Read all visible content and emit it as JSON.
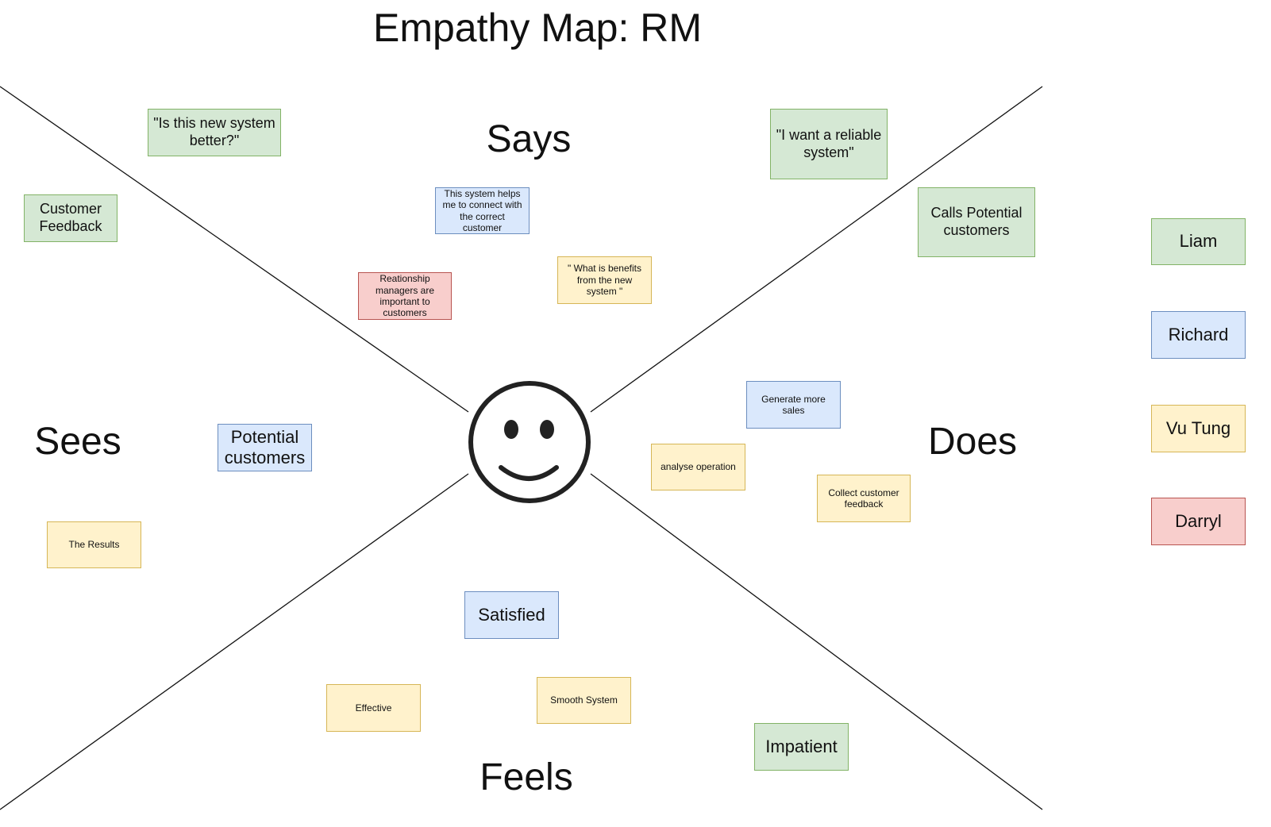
{
  "title": "Empathy Map: RM",
  "quadrants": {
    "says": "Says",
    "sees": "Sees",
    "does": "Does",
    "feels": "Feels"
  },
  "center_icon": "smiley-face-icon",
  "colors": {
    "green_fill": "#d5e8d4",
    "green_border": "#82b366",
    "blue_fill": "#dae8fc",
    "blue_border": "#6c8ebf",
    "yellow_fill": "#fff2cc",
    "yellow_border": "#d6b656",
    "red_fill": "#f8cecc",
    "red_border": "#b85450"
  },
  "notes": {
    "is_new_system_better": "\"Is this new system better?\"",
    "want_reliable_system": "\"I want a reliable system\"",
    "customer_feedback": "Customer Feedback",
    "helps_connect": "This system helps me to connect with the correct customer",
    "rm_important": "Reationship managers are important to customers",
    "what_is_benefits": "\" What is benefits from the new system \"",
    "calls_potential": "Calls Potential customers",
    "potential_customers": "Potential customers",
    "the_results": "The Results",
    "generate_sales": "Generate more sales",
    "analyse_operation": "analyse operation",
    "collect_feedback": "Collect customer feedback",
    "satisfied": "Satisfied",
    "effective": "Effective",
    "smooth_system": "Smooth  System",
    "impatient": "Impatient"
  },
  "legend": {
    "liam": "Liam",
    "richard": "Richard",
    "vu_tung": "Vu Tung",
    "darryl": "Darryl"
  }
}
